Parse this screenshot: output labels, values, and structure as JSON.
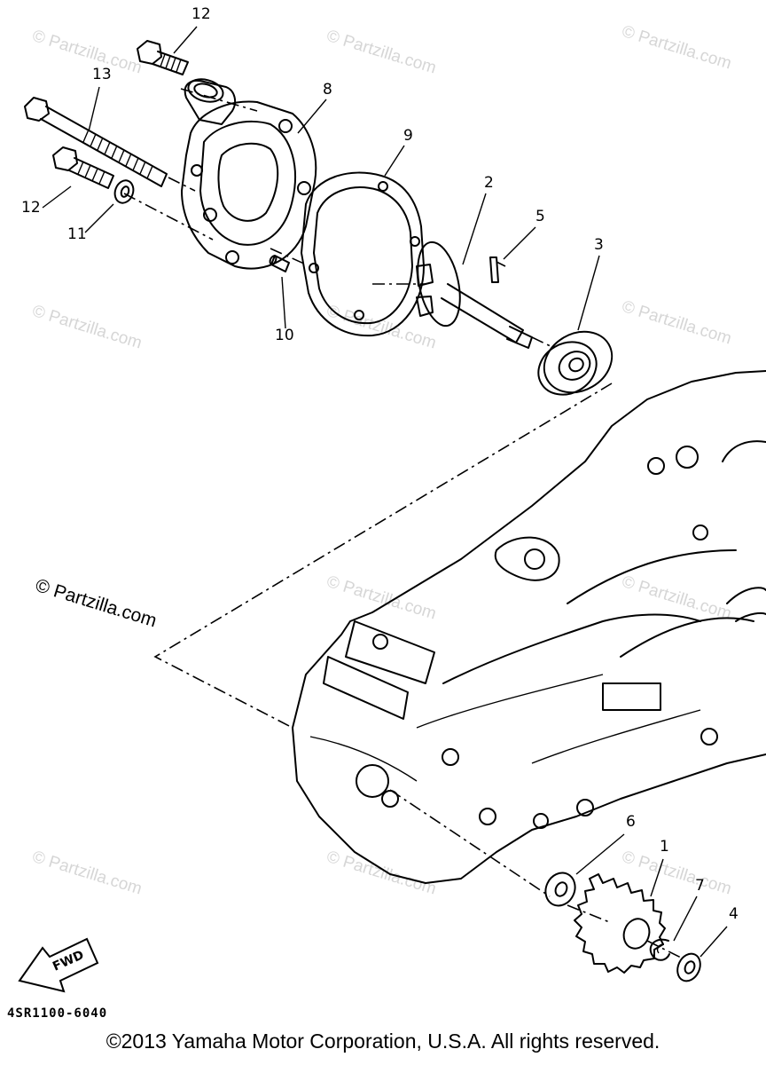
{
  "callouts": [
    "12",
    "13",
    "8",
    "9",
    "2",
    "5",
    "3",
    "12",
    "11",
    "10",
    "6",
    "1",
    "7",
    "4"
  ],
  "watermark": "© Partzilla.com",
  "watermark_main": "© Partzilla.com",
  "fwd_label": "FWD",
  "diagram_code": "4SR1100-6040",
  "copyright": "©2013 Yamaha Motor Corporation, U.S.A. All rights reserved."
}
